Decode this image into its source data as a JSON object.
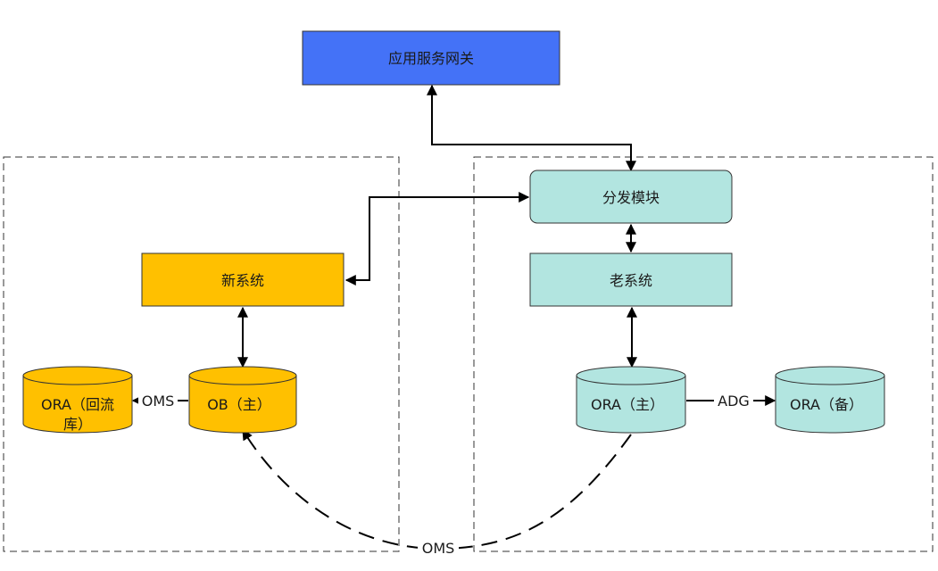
{
  "colors": {
    "gateway": "#4472f7",
    "new_system": "#ffc000",
    "old_system": "#b2e5e0"
  },
  "nodes": {
    "gateway": "应用服务网关",
    "dispatch": "分发模块",
    "new_system": "新系统",
    "old_system": "老系统",
    "ob_primary": "OB（主）",
    "ora_reflow_line1": "ORA（回流",
    "ora_reflow_line2": "库）",
    "ora_primary": "ORA（主）",
    "ora_standby": "ORA（备）"
  },
  "edges": {
    "oms_reflow": "OMS",
    "adg": "ADG",
    "oms_migration": "OMS"
  }
}
